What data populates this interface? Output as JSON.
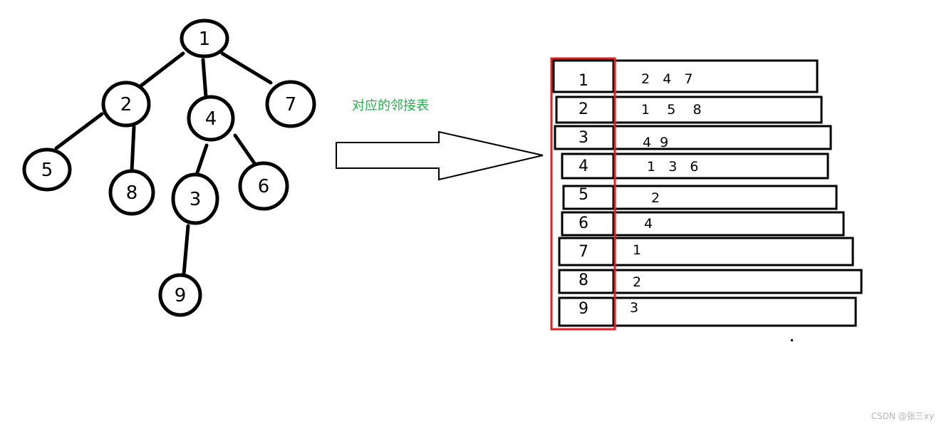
{
  "caption": "对应的邻接表",
  "watermark": "CSDN @张三xy",
  "colors": {
    "caption": "#22b14c",
    "highlight": "#e02020",
    "stroke": "#000000"
  },
  "tree": {
    "nodes": [
      "1",
      "2",
      "4",
      "7",
      "5",
      "8",
      "3",
      "6",
      "9"
    ],
    "edges": [
      [
        "1",
        "2"
      ],
      [
        "1",
        "4"
      ],
      [
        "1",
        "7"
      ],
      [
        "2",
        "5"
      ],
      [
        "2",
        "8"
      ],
      [
        "4",
        "3"
      ],
      [
        "4",
        "6"
      ],
      [
        "3",
        "9"
      ]
    ]
  },
  "adjacency_list": [
    {
      "key": "1",
      "neighbors": "2   4   7"
    },
    {
      "key": "2",
      "neighbors": "1    5    8"
    },
    {
      "key": "3",
      "neighbors": "4  9"
    },
    {
      "key": "4",
      "neighbors": "1   3   6"
    },
    {
      "key": "5",
      "neighbors": "2"
    },
    {
      "key": "6",
      "neighbors": "4"
    },
    {
      "key": "7",
      "neighbors": "1"
    },
    {
      "key": "8",
      "neighbors": "2"
    },
    {
      "key": "9",
      "neighbors": "3"
    }
  ]
}
